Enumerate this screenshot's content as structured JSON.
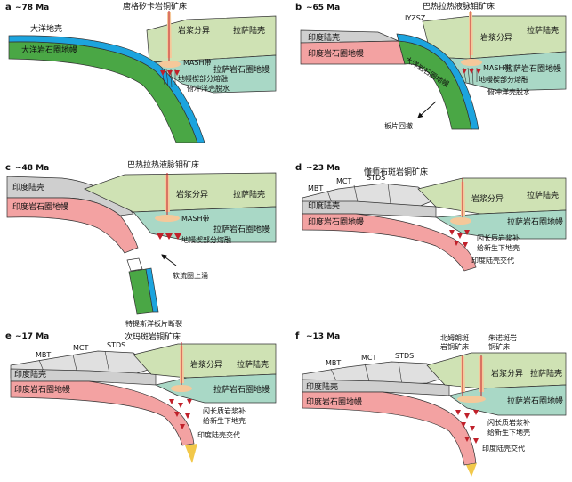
{
  "panels": {
    "a": {
      "letter": "a",
      "age": "~78 Ma",
      "deposit": "唐格矽卡岩铜矿床",
      "labels": {
        "ocean_crust": "大洋地壳",
        "ocean_mantle": "大洋岩石圈地幔",
        "magma_diff": "岩浆分异",
        "lhasa_crust": "拉萨陆壳",
        "lhasa_mantle": "拉萨岩石圈地幔",
        "mash": "MASH带",
        "wedge_melt": "地幔楔部分熔融",
        "dehydration": "俯冲洋壳脱水"
      }
    },
    "b": {
      "letter": "b",
      "age": "~65 Ma",
      "deposit": "巴热拉热液脉钼矿床",
      "labels": {
        "iyzsz": "IYZSZ",
        "india_crust": "印度陆壳",
        "india_mantle": "印度岩石圈地幔",
        "ocean_mantle": "大洋岩石圈地幔",
        "magma_diff": "岩浆分异",
        "lhasa_crust": "拉萨陆壳",
        "lhasa_mantle": "拉萨岩石圈地幔",
        "mash": "MASH带",
        "wedge_melt": "地幔楔部分熔融",
        "dehydration": "俯冲洋壳脱水",
        "rollback": "板片回撤"
      }
    },
    "c": {
      "letter": "c",
      "age": "~48 Ma",
      "deposit": "巴热拉热液脉钼矿床",
      "labels": {
        "india_crust": "印度陆壳",
        "india_mantle": "印度岩石圈地幔",
        "magma_diff": "岩浆分异",
        "lhasa_crust": "拉萨陆壳",
        "mash": "MASH带",
        "lhasa_mantle": "拉萨岩石圈地幔",
        "wedge_melt": "地幔楔部分熔融",
        "upwelling": "软流圈上涌",
        "breakoff": "特提斯洋板片断裂"
      }
    },
    "d": {
      "letter": "d",
      "age": "~23 Ma",
      "deposit": "懂师布斑岩铜矿床",
      "labels": {
        "mbt": "MBT",
        "mct": "MCT",
        "stds": "STDS",
        "india_crust": "印度陆壳",
        "india_mantle": "印度岩石圈地幔",
        "magma_diff": "岩浆分异",
        "lhasa_crust": "拉萨陆壳",
        "lhasa_mantle": "拉萨岩石圈地幔",
        "diorite_1": "闪长质岩浆补",
        "diorite_2": "给新生下地壳",
        "metasomatism": "印度陆壳交代"
      }
    },
    "e": {
      "letter": "e",
      "age": "~17 Ma",
      "deposit": "次玛斑岩铜矿床",
      "labels": {
        "mbt": "MBT",
        "mct": "MCT",
        "stds": "STDS",
        "india_crust": "印度陆壳",
        "india_mantle": "印度岩石圈地幔",
        "magma_diff": "岩浆分异",
        "lhasa_crust": "拉萨陆壳",
        "lhasa_mantle": "拉萨岩石圈地幔",
        "diorite_1": "闪长质岩浆补",
        "diorite_2": "给新生下地壳",
        "metasomatism": "印度陆壳交代"
      }
    },
    "f": {
      "letter": "f",
      "age": "~13 Ma",
      "deposit_1a": "北姆朗斑",
      "deposit_1b": "岩铜矿床",
      "deposit_2a": "朱诺斑岩",
      "deposit_2b": "铜矿床",
      "labels": {
        "mbt": "MBT",
        "mct": "MCT",
        "stds": "STDS",
        "india_crust": "印度陆壳",
        "india_mantle": "印度岩石圈地幔",
        "magma_diff": "岩浆分异",
        "lhasa_crust": "拉萨陆壳",
        "lhasa_mantle": "拉萨岩石圈地幔",
        "diorite_1": "闪长质岩浆补",
        "diorite_2": "给新生下地壳",
        "metasomatism": "印度陆壳交代"
      }
    }
  },
  "colors": {
    "lhasa_crust": "#cfe2b4",
    "lhasa_mantle": "#a9d8c6",
    "ocean_crust": "#1ca4de",
    "ocean_mantle": "#4aa745",
    "india_crust": "#cfcfcf",
    "india_mantle": "#f3a2a2",
    "magma": "#f5c89a",
    "melt": "#c0202a",
    "fault": "#e0e0e0"
  }
}
